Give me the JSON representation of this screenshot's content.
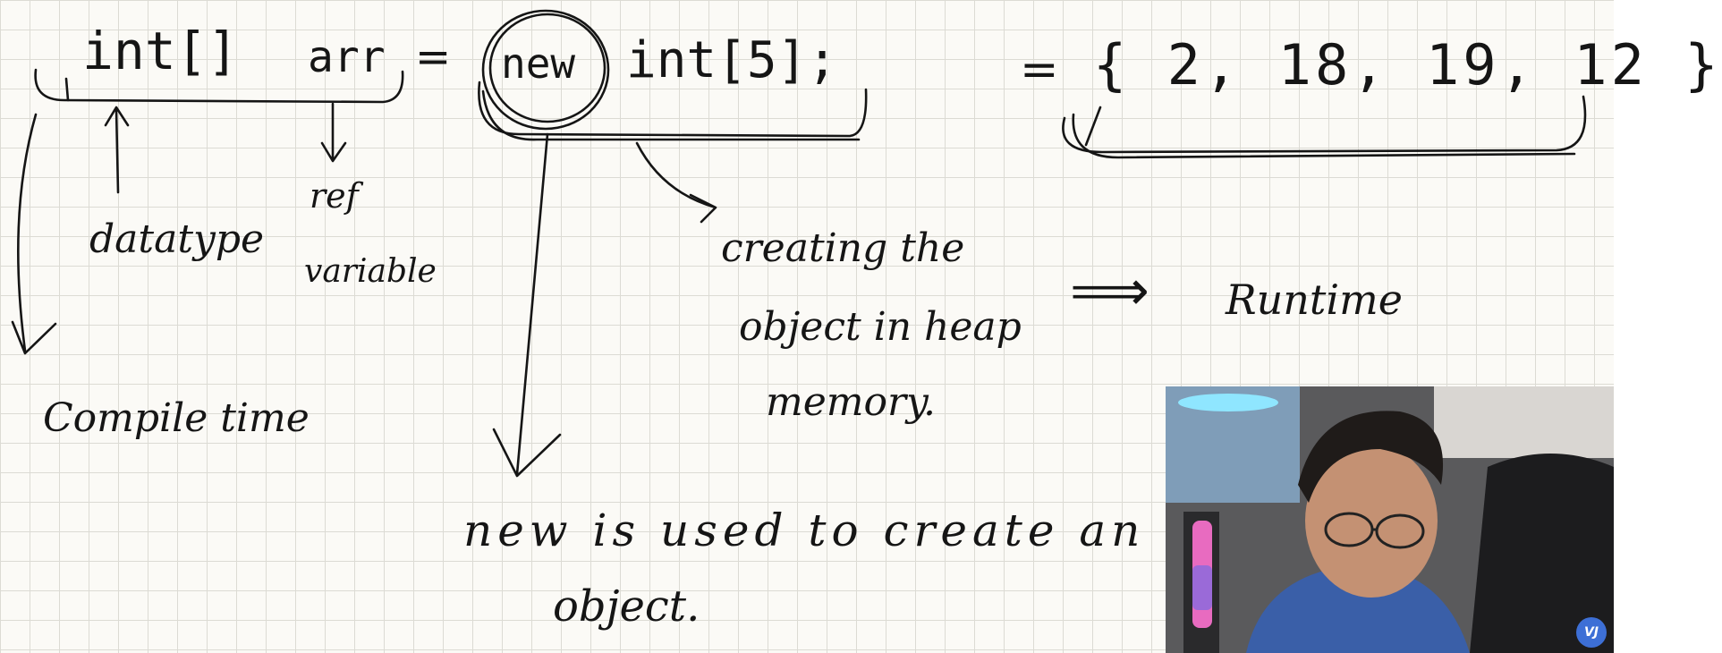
{
  "whiteboard": {
    "line1": {
      "datatype_code": "int[]",
      "variable_code": "arr",
      "equals_sign": "=",
      "new_keyword": "new",
      "array_alloc": "int[5];",
      "equals_values": "=",
      "values_literal": "{ 2, 18, 19, 12 }"
    },
    "annotations": {
      "datatype": "datatype",
      "ref_variable_1": "ref",
      "ref_variable_2": "variable",
      "compile_time": "Compile time",
      "creating_1": "creating the",
      "creating_2": "object in heap",
      "creating_3": "memory.",
      "implies": "⟹",
      "runtime": "Runtime",
      "new_explanation_1": "new is used to create an",
      "new_explanation_2": "object."
    }
  },
  "webcam": {
    "watermark": "VJ"
  }
}
